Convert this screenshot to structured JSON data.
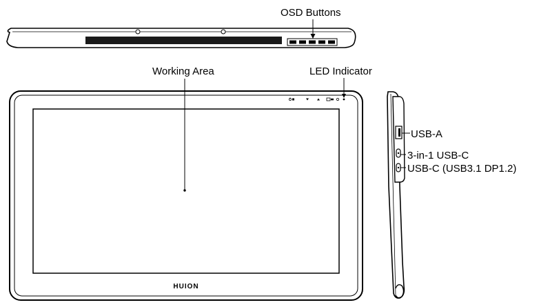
{
  "labels": {
    "osd_buttons": "OSD Buttons",
    "working_area": "Working Area",
    "led_indicator": "LED Indicator",
    "usb_a": "USB-A",
    "usb_c_3in1": "3-in-1 USB-C",
    "usb_c_dp": "USB-C (USB3.1 DP1.2)"
  },
  "brand": {
    "logo": "HUION"
  }
}
